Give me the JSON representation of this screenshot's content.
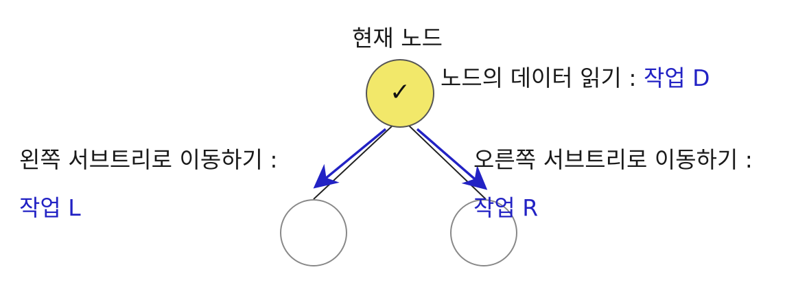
{
  "current_node": {
    "title": "현재 노드",
    "mark": "✓",
    "fill_color": "#f2e86a"
  },
  "task_d": {
    "label": "노드의 데이터 읽기 :",
    "task": "작업 D"
  },
  "task_l": {
    "label": "왼쪽 서브트리로 이동하기 :",
    "task": "작업 L"
  },
  "task_r": {
    "label": "오른쪽 서브트리로 이동하기 :",
    "task": "작업 R"
  },
  "colors": {
    "arrow": "#2222c4",
    "task_text": "#2222c4",
    "edge": "#222222",
    "node_stroke": "#888888"
  }
}
